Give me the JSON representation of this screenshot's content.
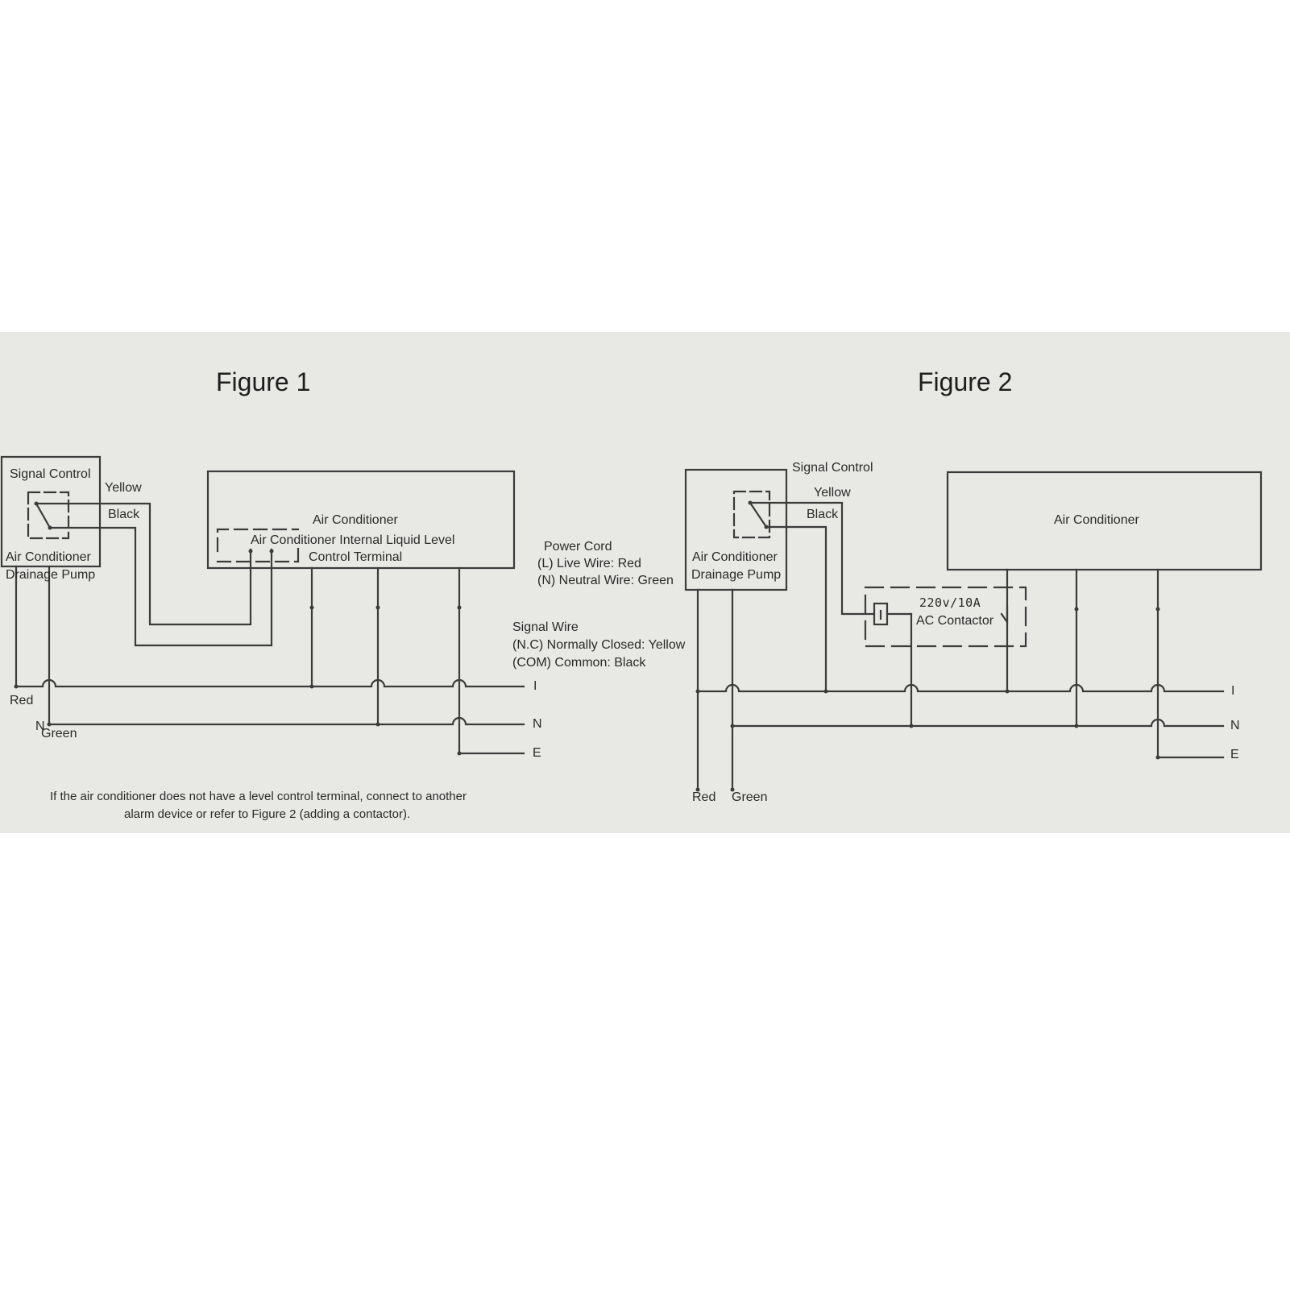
{
  "figure1": {
    "title": "Figure 1",
    "pump": {
      "signal_label": "Signal Control",
      "name_line1": "Air Conditioner",
      "name_line2": "Drainage Pump"
    },
    "wires": {
      "yellow": "Yellow",
      "black": "Black",
      "red": "Red",
      "green": "Green"
    },
    "ac": {
      "name": "Air Conditioner",
      "terminal_line1": "Air Conditioner Internal Liquid Level",
      "terminal_line2": "Control Terminal"
    },
    "bus": {
      "line": "I",
      "neutral": "N",
      "earth": "E",
      "pump_neutral": "N"
    },
    "note_line1": "If the air conditioner does not have a level control terminal, connect to another",
    "note_line2": "alarm device or refer to Figure 2 (adding a contactor)."
  },
  "legend": {
    "power_title": "Power Cord",
    "power_live": "(L) Live Wire: Red",
    "power_neutral": "(N) Neutral Wire: Green",
    "signal_title": "Signal Wire",
    "signal_nc": "(N.C) Normally Closed: Yellow",
    "signal_com": "(COM) Common: Black"
  },
  "figure2": {
    "title": "Figure 2",
    "pump": {
      "signal_label": "Signal Control",
      "name_line1": "Air Conditioner",
      "name_line2": "Drainage Pump"
    },
    "wires": {
      "yellow": "Yellow",
      "black": "Black",
      "red": "Red",
      "green": "Green"
    },
    "ac": {
      "name": "Air Conditioner"
    },
    "contactor": {
      "rating": "220v/10A",
      "name": "AC Contactor"
    },
    "bus": {
      "line": "I",
      "neutral": "N",
      "earth": "E"
    }
  }
}
